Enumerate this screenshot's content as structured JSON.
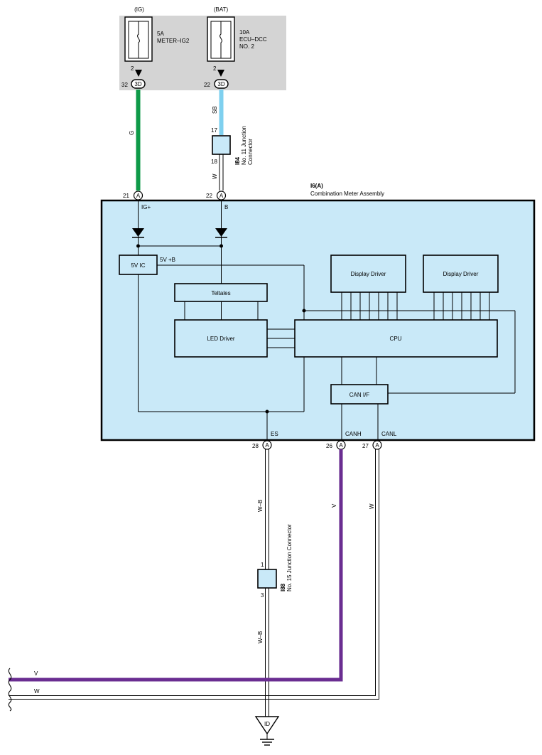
{
  "fuses": [
    {
      "supply": "(IG)",
      "rating": "5A",
      "name": "METER–IG2",
      "name2": "",
      "pin": "2",
      "conn": "3D",
      "conn_pin": "32"
    },
    {
      "supply": "(BAT)",
      "rating": "10A",
      "name": "ECU–DCC",
      "name2": "NO. 2",
      "pin": "2",
      "conn": "3D",
      "conn_pin": "22"
    }
  ],
  "wire_colors": {
    "G": "G",
    "SB": "SB",
    "W": "W",
    "V": "V",
    "WB": "W–B"
  },
  "colors": {
    "green": "#0e9a48",
    "sky_blue": "#7fd0ef",
    "violet": "#6a2d91",
    "module_fill": "#c9e9f8",
    "fuse_box_fill": "#d4d4d4"
  },
  "junction_i84": {
    "id": "I84",
    "name1": "No. 11 Junction",
    "name2": "Connector",
    "pin_top": "17",
    "pin_bottom": "18"
  },
  "junction_i88": {
    "id": "I88",
    "name": "No. 15 Junction Connector",
    "pin_top": "1",
    "pin_bottom": "3"
  },
  "meter": {
    "id": "I6(A)",
    "name": "Combination Meter Assembly"
  },
  "terminals": {
    "ig": {
      "pin": "21",
      "conn": "A",
      "label": "IG+"
    },
    "b": {
      "pin": "22",
      "conn": "A",
      "label": "B"
    },
    "es": {
      "pin": "28",
      "conn": "A",
      "label": "ES"
    },
    "canh": {
      "pin": "26",
      "conn": "A",
      "label": "CANH"
    },
    "canl": {
      "pin": "27",
      "conn": "A",
      "label": "CANL"
    }
  },
  "blocks": {
    "ic5v": "5V IC",
    "plus_b": "5V +B",
    "telltales": "Teltales",
    "led_driver": "LED Driver",
    "cpu": "CPU",
    "display_driver_1": "Display Driver",
    "display_driver_2": "Display Driver",
    "can_if": "CAN I/F"
  },
  "ground": {
    "label": "ID"
  }
}
